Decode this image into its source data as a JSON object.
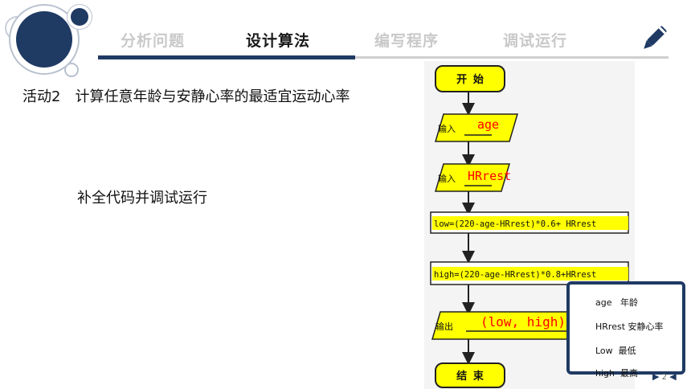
{
  "nav": {
    "items": [
      {
        "label": "分析问题",
        "active": false
      },
      {
        "label": "设计算法",
        "active": true
      },
      {
        "label": "编写程序",
        "active": false
      },
      {
        "label": "调试运行",
        "active": false
      }
    ],
    "icon": "pencil-icon"
  },
  "activity": {
    "label": "活动2",
    "title": "计算任意年龄与安静心率的最适宜运动心率"
  },
  "subtitle": "补全代码并调试运行",
  "flowchart": {
    "start": "开 始",
    "input1_label": "输入",
    "input1_fill": "age",
    "input2_label": "输入",
    "input2_fill": "HRrest",
    "process1": "low=(220-age-HRrest)*0.6+ HRrest",
    "process2": "high=(220-age-HRrest)*0.8+HRrest",
    "output_label": "输出",
    "output_fill": "(low, high)",
    "end": "结 束",
    "fill_color": "#ffff00",
    "answer_color": "#ff0000"
  },
  "legend": {
    "items": [
      {
        "var": "age",
        "meaning": "年龄"
      },
      {
        "var": "HRrest",
        "meaning": "安静心率"
      },
      {
        "var": "Low",
        "meaning": "最低"
      },
      {
        "var": "high",
        "meaning": "最高"
      }
    ]
  },
  "page": {
    "number": "2"
  }
}
